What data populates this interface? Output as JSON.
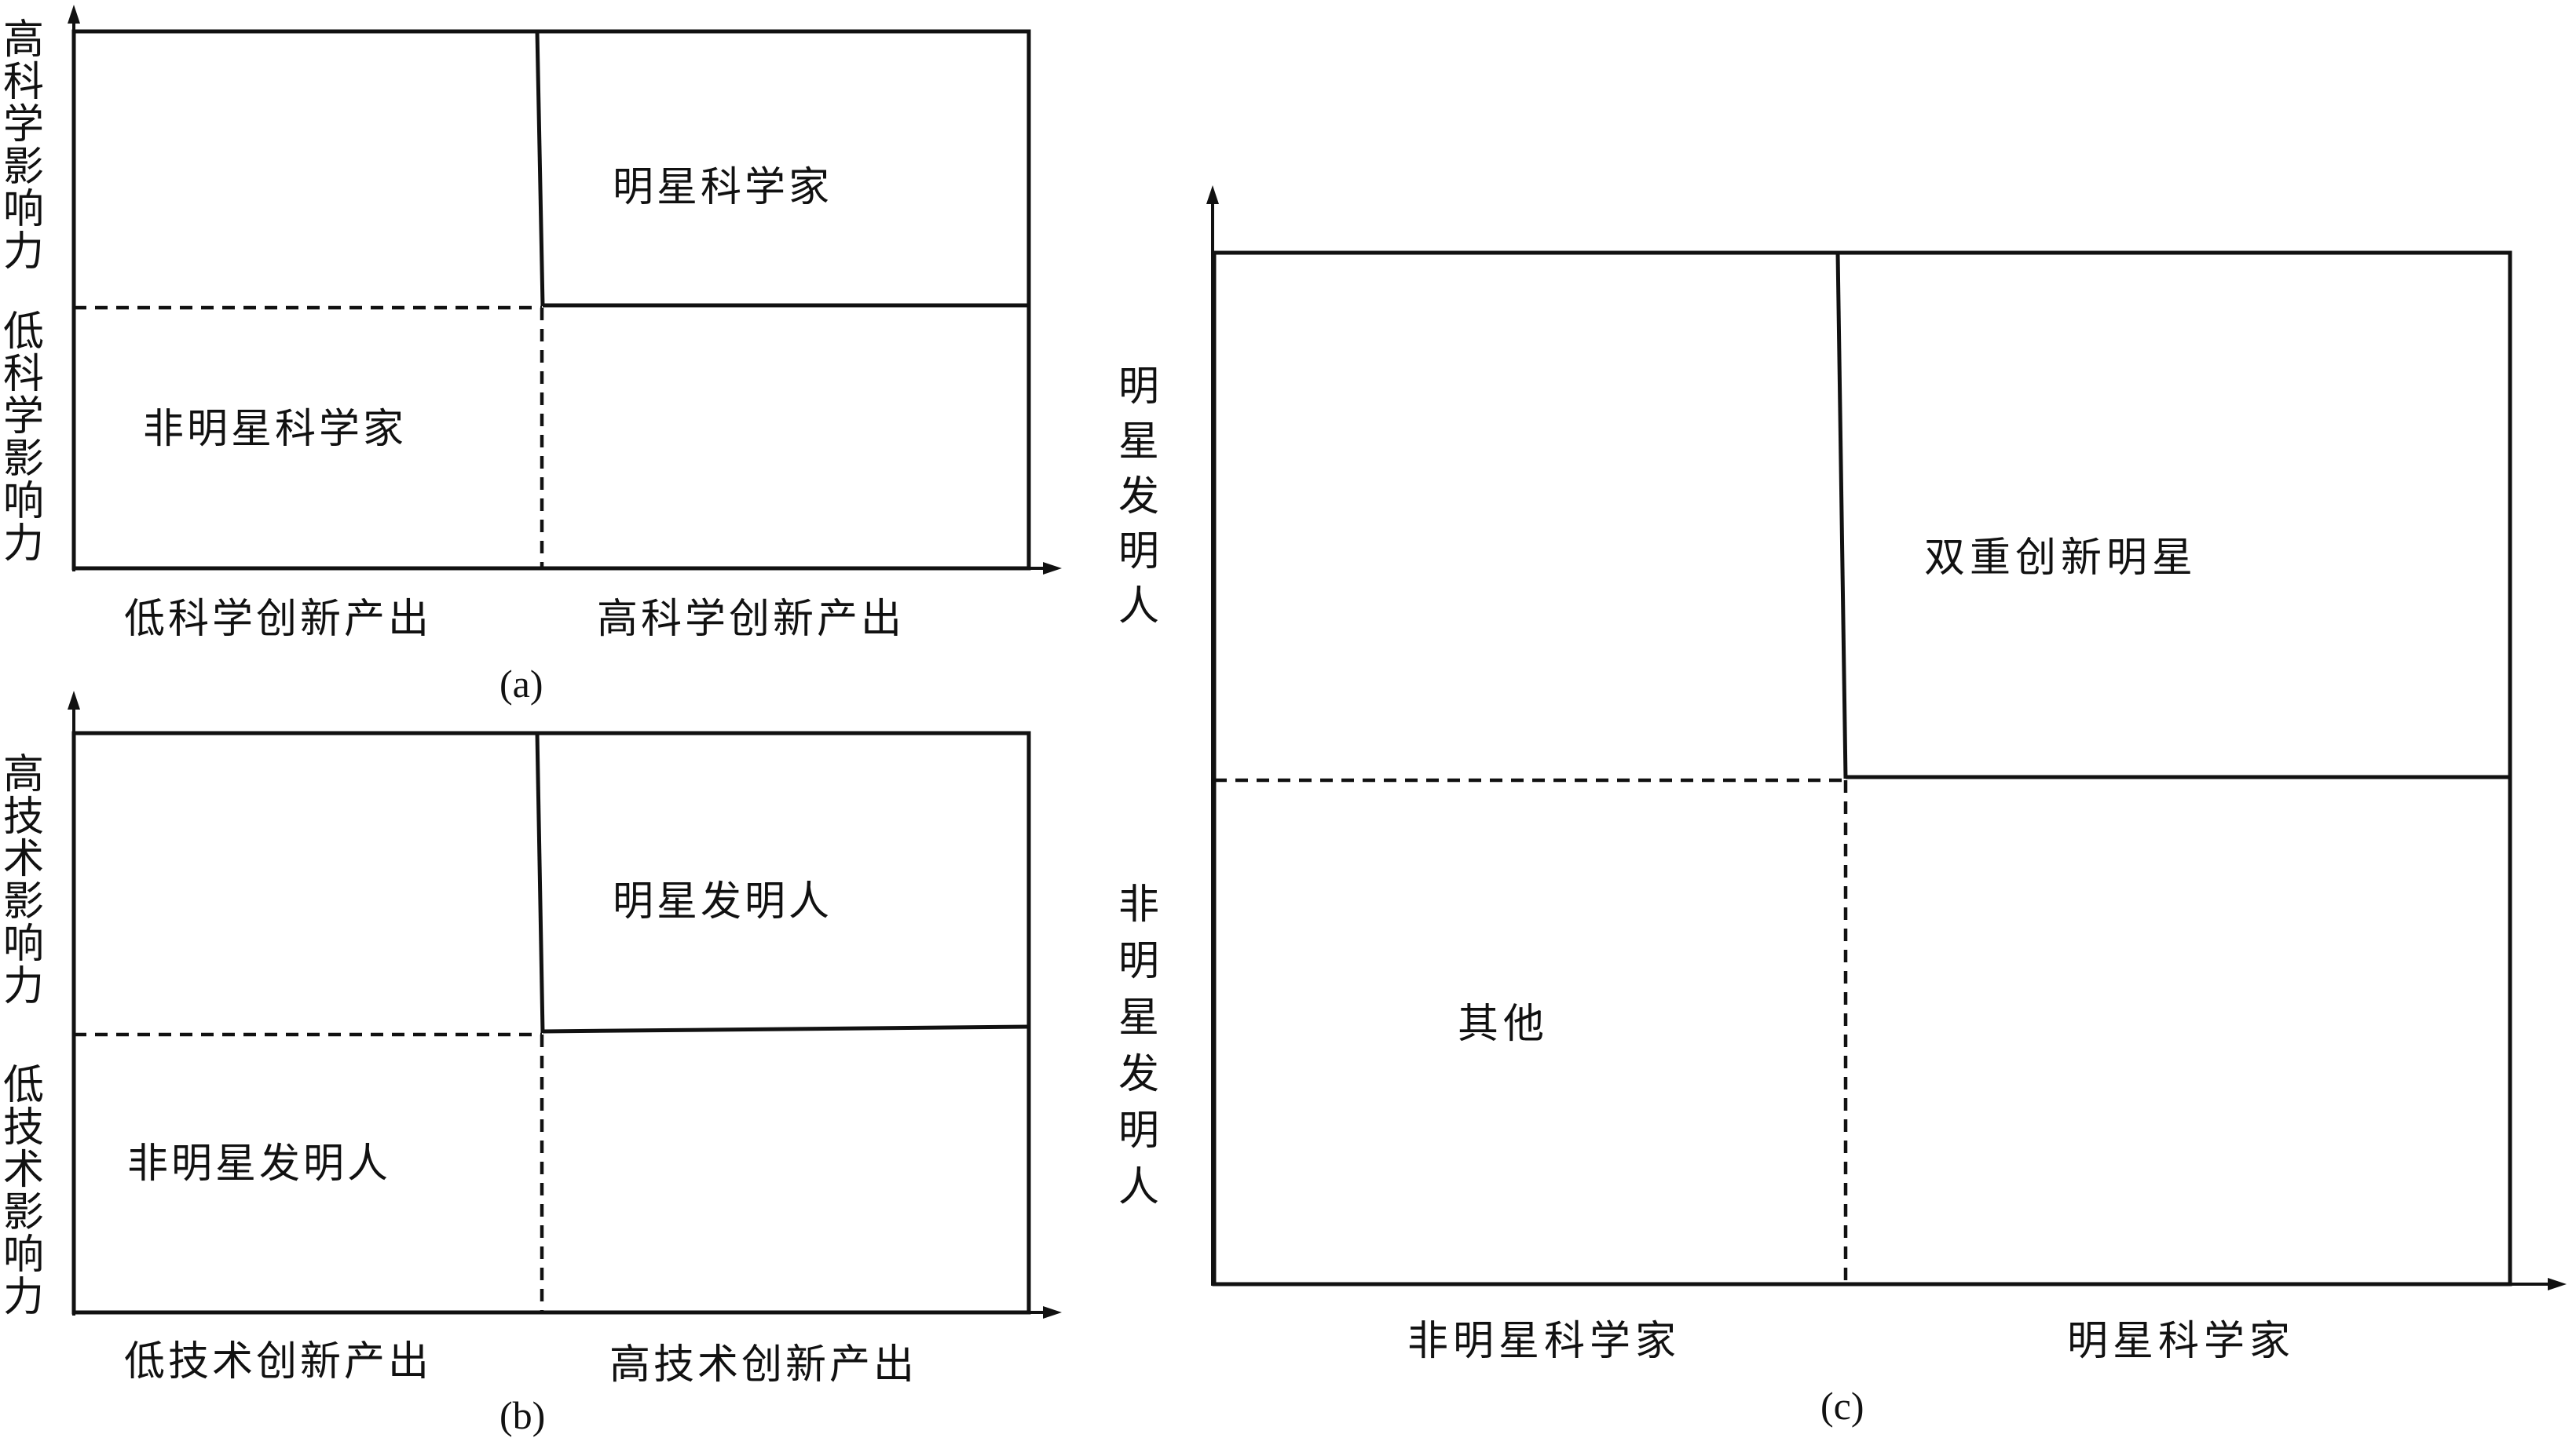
{
  "panel_a": {
    "caption": "(a)",
    "y_high": "高科学影响力",
    "y_low": "低科学影响力",
    "x_low": "低科学创新产出",
    "x_high": "高科学创新产出",
    "quadrant_top_right": "明星科学家",
    "quadrant_bottom_left": "非明星科学家"
  },
  "panel_b": {
    "caption": "(b)",
    "y_high": "高技术影响力",
    "y_low": "低技术影响力",
    "x_low": "低技术创新产出",
    "x_high": "高技术创新产出",
    "quadrant_top_right": "明星发明人",
    "quadrant_bottom_left": "非明星发明人"
  },
  "panel_c": {
    "caption": "(c)",
    "y_high": "明星发明人",
    "y_low": "非明星发明人",
    "x_low": "非明星科学家",
    "x_high": "明星科学家",
    "quadrant_top_right": "双重创新明星",
    "quadrant_bottom_left": "其他"
  }
}
